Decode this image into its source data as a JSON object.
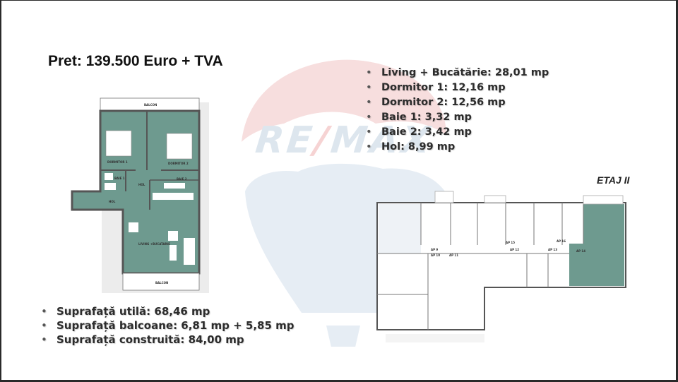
{
  "slide": {
    "price": "Pret: 139.500 Euro + TVA",
    "watermark": {
      "brand": "RE/MAX",
      "left": "RE",
      "slash": "/",
      "right": "MAX"
    },
    "rooms": [
      {
        "label": "Living + Bucătărie: 28,01 mp"
      },
      {
        "label": "Dormitor 1: 12,16 mp"
      },
      {
        "label": "Dormitor 2: 12,56 mp"
      },
      {
        "label": "Baie 1: 3,32 mp"
      },
      {
        "label": "Baie 2: 3,42 mp"
      },
      {
        "label": "Hol: 8,99 mp"
      }
    ],
    "areas": [
      {
        "label": "Suprafață utilă: 68,46 mp"
      },
      {
        "label": "Suprafață balcoane: 6,81 mp + 5,85 mp"
      },
      {
        "label": "Suprafață construită: 84,00 mp"
      }
    ],
    "floor_label": "ETAJ II",
    "floor_plan": {
      "labels": {
        "balcon_top": "BALCON",
        "dormitor1": "DORMITOR 1",
        "dormitor2": "DORMITOR 2",
        "baie1": "BAIE 1",
        "baie2": "BAIE 2",
        "hol_top": "HOL",
        "hol": "HOL",
        "living": "LIVING +BUCATARIE",
        "balcon_bottom": "BALCON"
      }
    },
    "site_plan": {
      "apartments": [
        "AP 9",
        "AP 10",
        "AP 11",
        "AP 12",
        "AP 13",
        "AP 14",
        "AP 15",
        "AP 16"
      ]
    },
    "colors": {
      "room_fill": "#6e9a8f",
      "wall": "#5a5a5a",
      "watermark_blue": "#dde6ee",
      "watermark_red": "#f6d3d3"
    }
  }
}
